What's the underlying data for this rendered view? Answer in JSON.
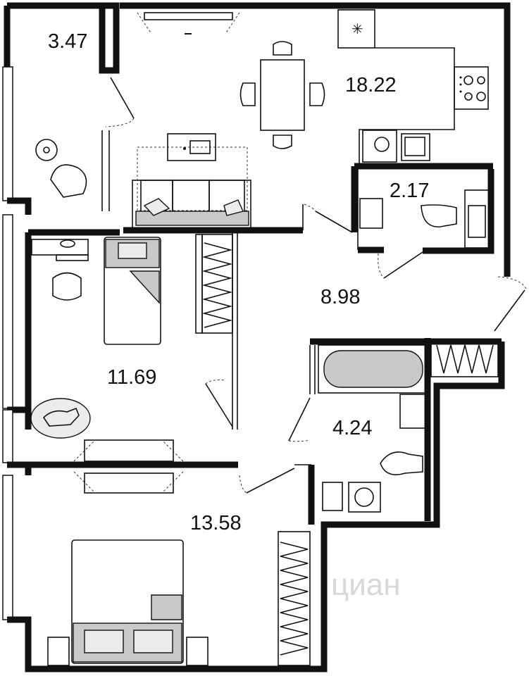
{
  "rooms": [
    {
      "id": "balcony",
      "area": "3.47"
    },
    {
      "id": "kitchen-living",
      "area": "18.22"
    },
    {
      "id": "toilet",
      "area": "2.17"
    },
    {
      "id": "hallway",
      "area": "8.98"
    },
    {
      "id": "bedroom-small",
      "area": "11.69"
    },
    {
      "id": "bathroom",
      "area": "4.24"
    },
    {
      "id": "bedroom-main",
      "area": "13.58"
    }
  ],
  "watermark": {
    "text": "циан"
  },
  "colors": {
    "wall": "#111111",
    "furniture_fill": "#c9c9c9",
    "background": "#ffffff"
  }
}
